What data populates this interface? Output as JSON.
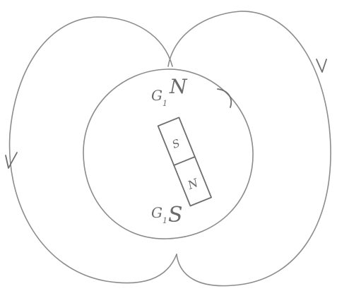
{
  "diagram": {
    "labels": {
      "north_pole": "N",
      "south_pole": "S",
      "geographic_north": "G",
      "geographic_north_sub": "1",
      "geographic_south": "G",
      "geographic_south_sub": "1",
      "magnet_south": "S",
      "magnet_north": "N"
    },
    "icons": {
      "field_arrows": "arrowhead-icon"
    },
    "colors": {
      "ink": "#8c8c8c",
      "background": "#ffffff"
    }
  }
}
